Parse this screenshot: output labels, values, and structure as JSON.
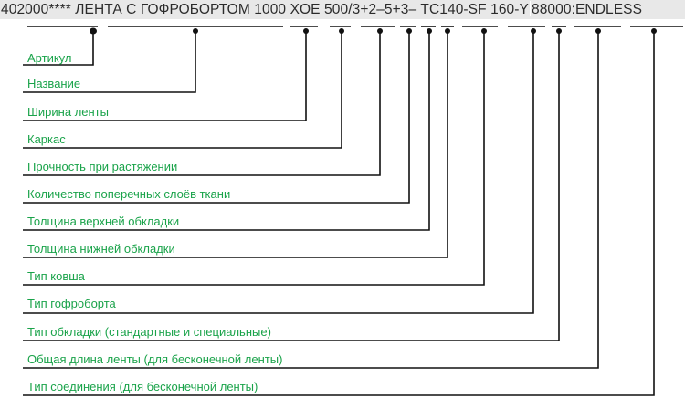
{
  "code": {
    "article": "402000****",
    "name": "ЛЕНТА С ГОФРОБОРТОМ",
    "width": "1000",
    "carcass": "XOE",
    "strength": "500/3+2–5+3–",
    "bucket_sidewall": "TC140-SF",
    "cover_type": "160-Y",
    "length_joint": "88000:ENDLESS"
  },
  "labels": [
    "Артикул",
    "Название",
    "Ширина ленты",
    "Каркас",
    "Прочность при растяжении",
    "Количество поперечных слоёв ткани",
    "Толщина верхней обкладки",
    "Толщина нижней обкладки",
    "Тип ковша",
    "Тип гофроборта",
    "Тип обкладки (стандартные и специальные)",
    "Общая длина ленты (для бесконечной ленты)",
    "Тип соединения (для бесконечной ленты)"
  ],
  "colors": {
    "label_text": "#1aa34a",
    "line": "#111111",
    "code_band": "#e8e8e8",
    "code_text": "#2b2b2b"
  }
}
